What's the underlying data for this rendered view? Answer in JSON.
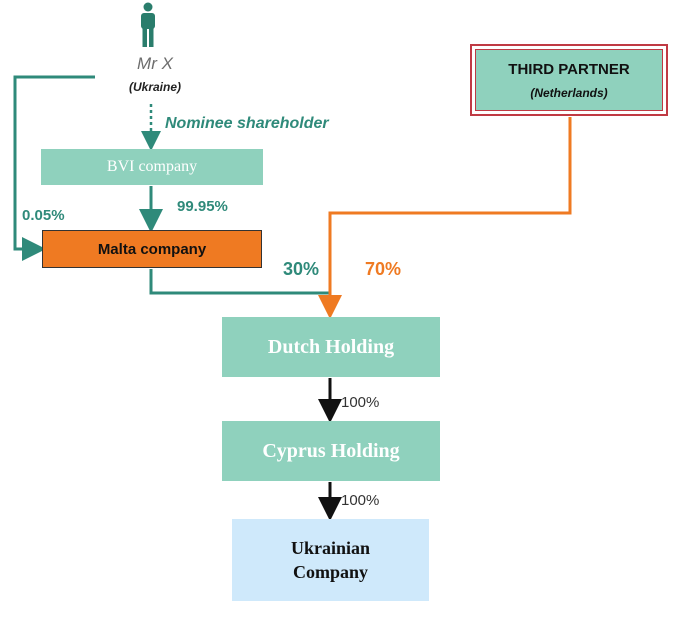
{
  "person": {
    "name": "Mr X",
    "country": "(Ukraine)",
    "icon": "person-icon"
  },
  "nominee_label": "Nominee shareholder",
  "entities": {
    "bvi": "BVI company",
    "malta": "Malta company",
    "third_partner": {
      "name": "THIRD PARTNER",
      "country": "(Netherlands)"
    },
    "dutch": "Dutch Holding",
    "cyprus": "Cyprus Holding",
    "ukrainian": {
      "line1": "Ukrainian",
      "line2": "Company"
    }
  },
  "ownership": {
    "mrx_to_malta": "0.05%",
    "bvi_to_malta": "99.95%",
    "malta_to_dutch": "30%",
    "third_to_dutch": "70%",
    "dutch_to_cyprus": "100%",
    "cyprus_to_ukrainian": "100%"
  },
  "colors": {
    "teal_box": "#8fd1bd",
    "teal_line": "#2f8a7a",
    "orange": "#ef7a22",
    "red_border": "#c03a44",
    "light_blue": "#cfe9fb"
  }
}
